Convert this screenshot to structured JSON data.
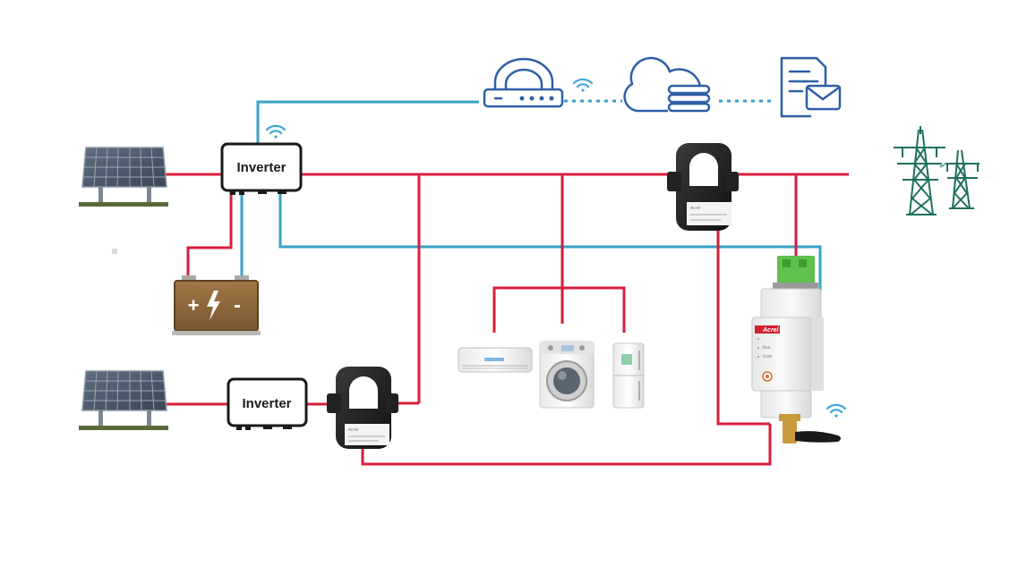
{
  "inverter_top": {
    "label": "Inverter"
  },
  "inverter_bottom": {
    "label": "Inverter"
  },
  "battery": {
    "plus": "+",
    "minus": "-"
  },
  "meter": {
    "brand": "Acrel",
    "indicators": [
      "Run",
      "Com"
    ]
  },
  "colors": {
    "ac_line": "#d81e3a",
    "comm_line": "#3aa2c6",
    "icon_blue": "#2d5fa6",
    "tower_green": "#1f6f5f",
    "wifi": "#3aa8d8"
  },
  "icons": {
    "router": "router-icon",
    "cloud": "cloud-icon",
    "report": "document-mail-icon",
    "tower": "power-tower-icon",
    "solar": "solar-panel-icon",
    "battery": "battery-icon",
    "ct": "current-transformer-icon",
    "meter": "energy-meter-icon",
    "appliances": [
      "air-conditioner-icon",
      "washing-machine-icon",
      "refrigerator-icon"
    ]
  }
}
